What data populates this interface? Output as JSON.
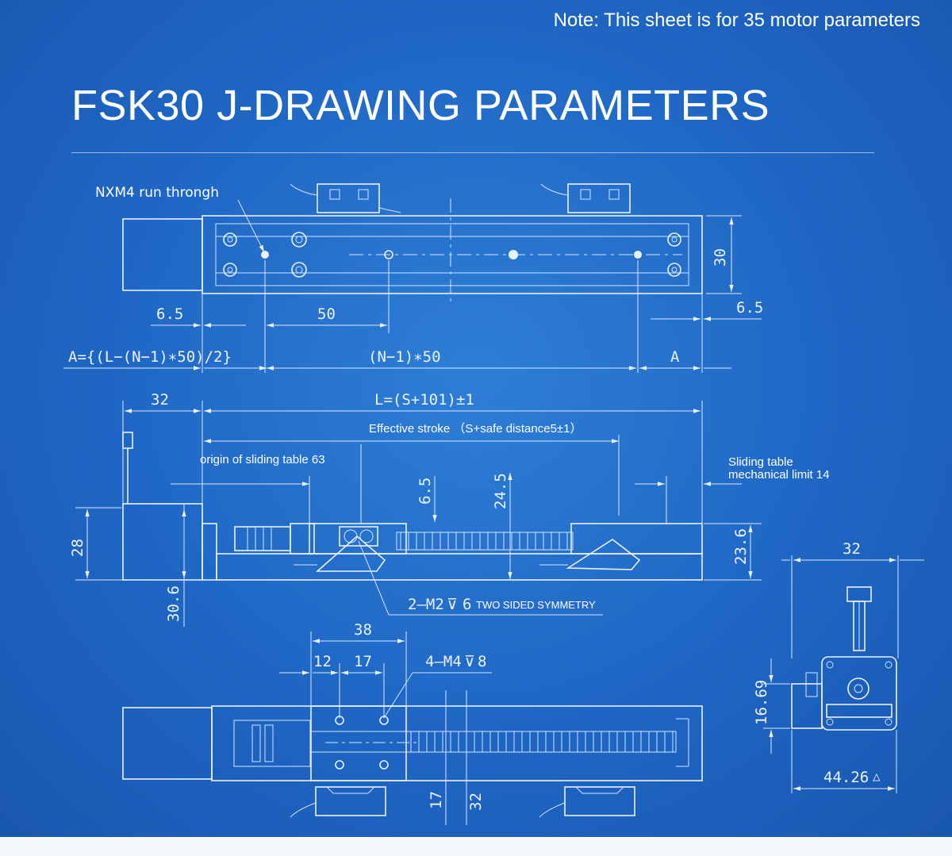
{
  "note": "Note: This sheet is for 35 motor parameters",
  "title": "FSK30 J-DRAWING PARAMETERS",
  "labels": {
    "nxm4": "NXM4 run throngh",
    "effective_stroke": "Effective stroke （S+safe distance5±1）",
    "origin": "origin of sliding table 63",
    "limit_line1": "Sliding table",
    "limit_line2": "mechanical limit 14",
    "m2": "2—M2",
    "m2_depth": "6",
    "symmetry": "TWO SIDED SYMMETRY",
    "m4": "4—M4",
    "m4_depth": "8"
  },
  "dims": {
    "d6_5_left": "6.5",
    "d50": "50",
    "d30": "30",
    "d6_5_right": "6.5",
    "a_formula": "A={(L−(N−1)∗50)/2}",
    "n_formula": "(N−1)∗50",
    "a": "A",
    "d32_top": "32",
    "l_formula": "L=(S+101)±1",
    "d6_5_mid": "6.5",
    "d24_5": "24.5",
    "d28": "28",
    "d30_6": "30.6",
    "d23_6": "23.6",
    "d38": "38",
    "d12": "12",
    "d17": "17",
    "d17_bottom": "17",
    "d32_bottom": "32",
    "d32_side": "32",
    "d16_69": "16.69",
    "d44_26": "44.26"
  },
  "colors": {
    "background": "#1f66c4",
    "line": "#e8f1ff"
  }
}
